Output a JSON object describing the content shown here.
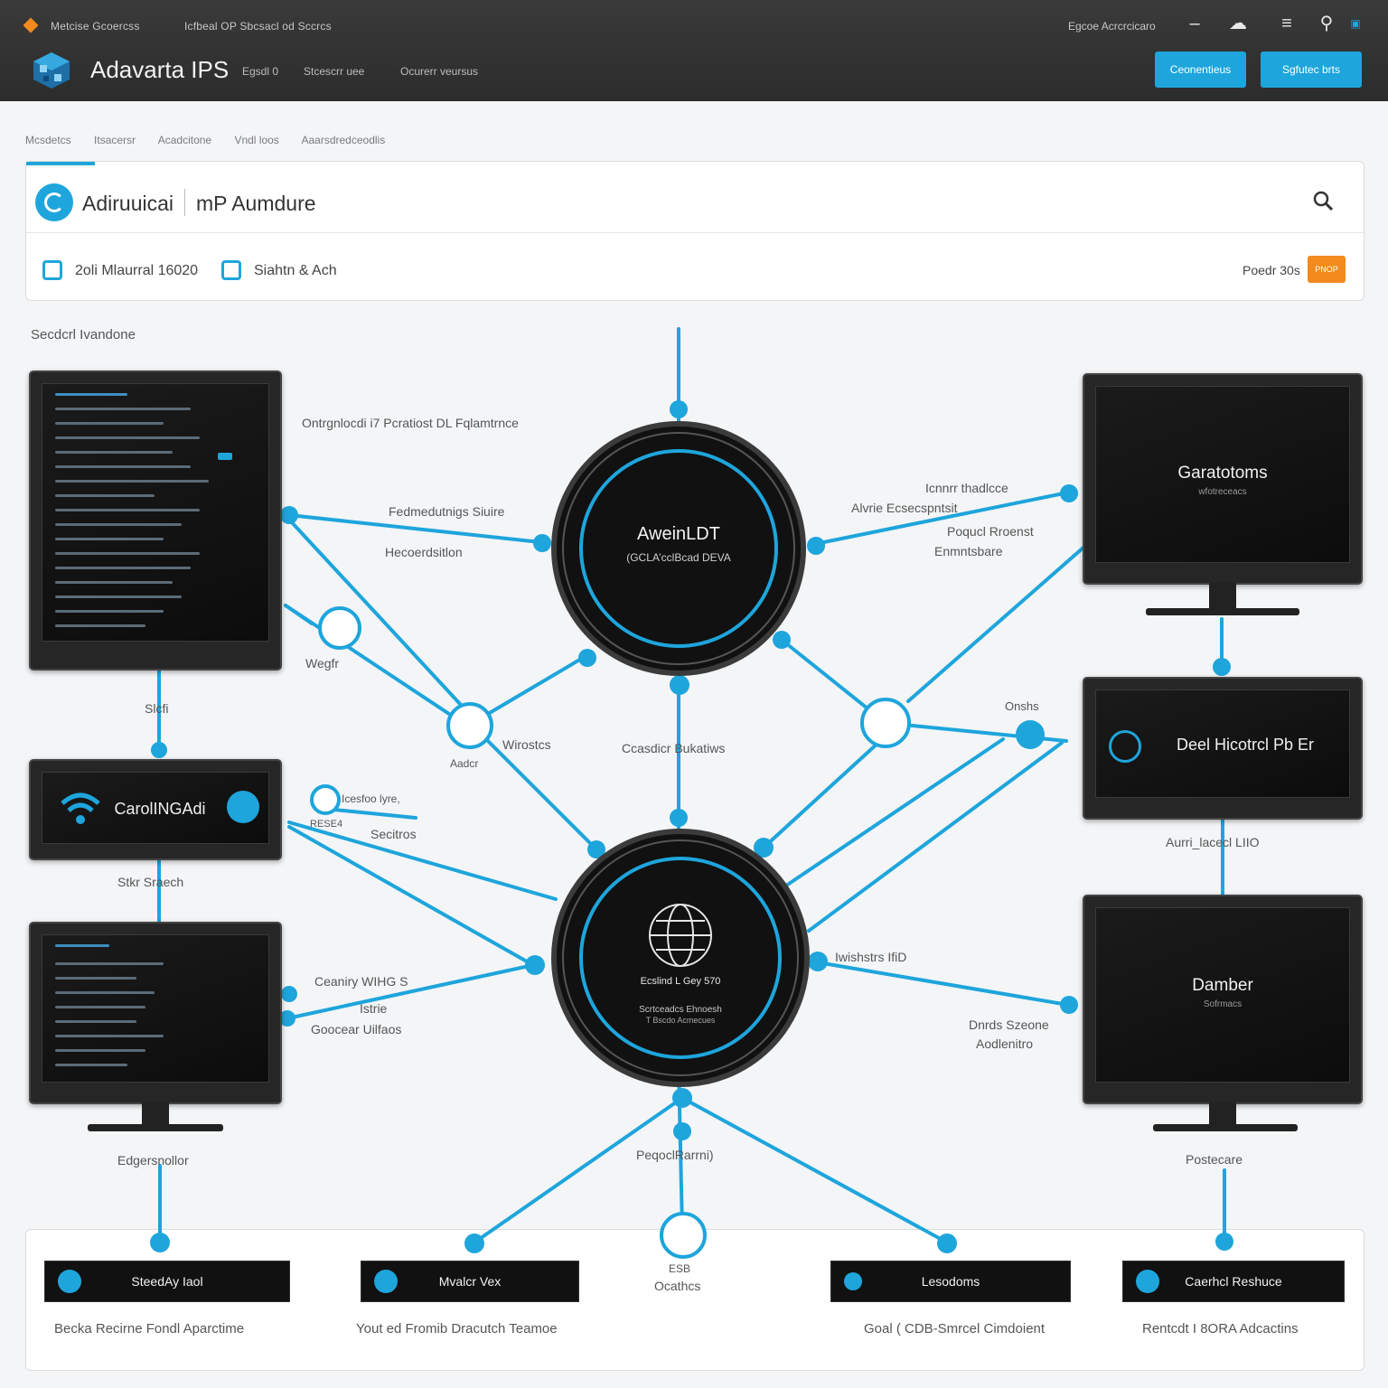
{
  "topbar": {
    "crumb_left": "Metcise  Gcoercss",
    "crumb_mid": "Icfbeal  OP  Sbcsacl od Sccrcs",
    "brand": "Adavarta IPS",
    "nav": [
      "Egsdl 0",
      "Stcescrr uee",
      "Ocurerr veursus"
    ],
    "util_text": "Egcoe  Acrcrcicaro",
    "btn_1": "Ceonentieus",
    "btn_2": "Sgfutec brts"
  },
  "breadcrumb": [
    "Mcsdetcs",
    "Itsacersr",
    "Acadcitone",
    "Vndl loos",
    "Aaarsdredceodlis"
  ],
  "card": {
    "title": "Adiruuicai",
    "subtitle": "mP Aumdure",
    "chip_1": "2oli Mlaurral 16020",
    "chip_2": "Siahtn & Ach",
    "post_label": "Poedr 30s",
    "badge": "PNOP"
  },
  "diagram": {
    "section_label": "Secdcrl Ivandone",
    "hub_top": {
      "title": "AweinLDT",
      "sub": "(GCLA’cclBcad DEVA"
    },
    "hub_bottom": {
      "title": "Ecslind L Gey 570",
      "sub1": "Scrtceadcs Ehnoesh",
      "sub2": "T Bscdo Acmecues"
    },
    "labels": {
      "l1": "Ontrgnlocdi i7 Pcratiost  DL Fqlamtrnce",
      "l2": "Fedmedutnigs Siuire",
      "l3": "Hecoerdsitlon",
      "l4": "Wegfr",
      "l5": "Slcfi",
      "l6": "Wirostcs",
      "l7": "Aadcr",
      "l8": "Ccasdicr Bukatiws",
      "l9": "Icnnrr thadlcce",
      "l10": "Alvrie Ecsecspntsit",
      "l11": "Poqucl Rroenst",
      "l12": "Enmntsbare",
      "l13": "Onshs",
      "l14": "Aurri_lacecl LIIO",
      "l15": "Icesfoo lyre,",
      "l16": "RESE4",
      "l17": "Secitros",
      "l18": "Stkr  Sraech",
      "l19": "Ceaniry WIHG S",
      "l20": "Istrie",
      "l21": "Goocear Uilfaos",
      "l22": "Iwishstrs IfiD",
      "l23": "Dnrds Szeone",
      "l24": "Aodlenitro",
      "l25": "Edgersnollor",
      "l26": "PeqoclRarrni)",
      "l27": "Postecare",
      "l28": "ESB",
      "l29": "Ocathcs"
    },
    "monitors": {
      "m_tr": {
        "title": "Garatotoms",
        "sub": "wfotreceacs"
      },
      "m_mr": {
        "title": "Deel Hicotrcl Pb Er"
      },
      "m_br": {
        "title": "Damber",
        "sub": "Sofrmacs"
      },
      "m_ml": {
        "title": "CarolINGAdi"
      }
    },
    "pills": [
      "SteedAy Iaol",
      "Mvalcr Vex",
      "Lesodoms",
      "Caerhcl Reshuce"
    ],
    "captions": [
      "Becka  Recirne Fondl Aparctime",
      "Yout ed Fromib Dracutch Teamoe",
      "Goal  ( CDB-Smrcel Cimdoient",
      "Rentcdt  I 8ORA Adcactins"
    ]
  },
  "colors": {
    "accent": "#1ea5dc",
    "badge": "#f28a1e",
    "topbar": "#333333"
  }
}
